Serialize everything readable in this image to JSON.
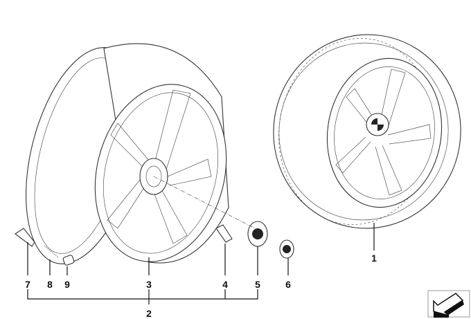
{
  "diagram": {
    "title": "Wheel assembly parts diagram",
    "callouts": [
      {
        "id": "1",
        "label": "1",
        "part": "complete-wheel-tire"
      },
      {
        "id": "2",
        "label": "2",
        "part": "wheel-set"
      },
      {
        "id": "3",
        "label": "3",
        "part": "light-alloy-rim"
      },
      {
        "id": "4",
        "label": "4",
        "part": "wheel-bolt"
      },
      {
        "id": "5",
        "label": "5",
        "part": "hub-cap"
      },
      {
        "id": "6",
        "label": "6",
        "part": "emblem"
      },
      {
        "id": "7",
        "label": "7",
        "part": "valve"
      },
      {
        "id": "8",
        "label": "8",
        "part": "valve-insert"
      },
      {
        "id": "9",
        "label": "9",
        "part": "valve-cap"
      }
    ],
    "nav_icon": "arrow-down-left-icon"
  }
}
